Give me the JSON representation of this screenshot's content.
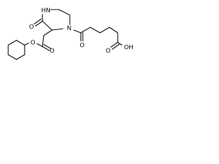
{
  "labels": {
    "nh": "HN",
    "ring_n": "N",
    "ring_carbonyl_o": "O",
    "ester_ether_o": "O",
    "ester_carbonyl_o": "O",
    "amide_carbonyl_o": "O",
    "acid_carbonyl_o": "O",
    "acid_oh": "OH"
  },
  "colors": {
    "ink": "#000000",
    "background": "#ffffff"
  }
}
